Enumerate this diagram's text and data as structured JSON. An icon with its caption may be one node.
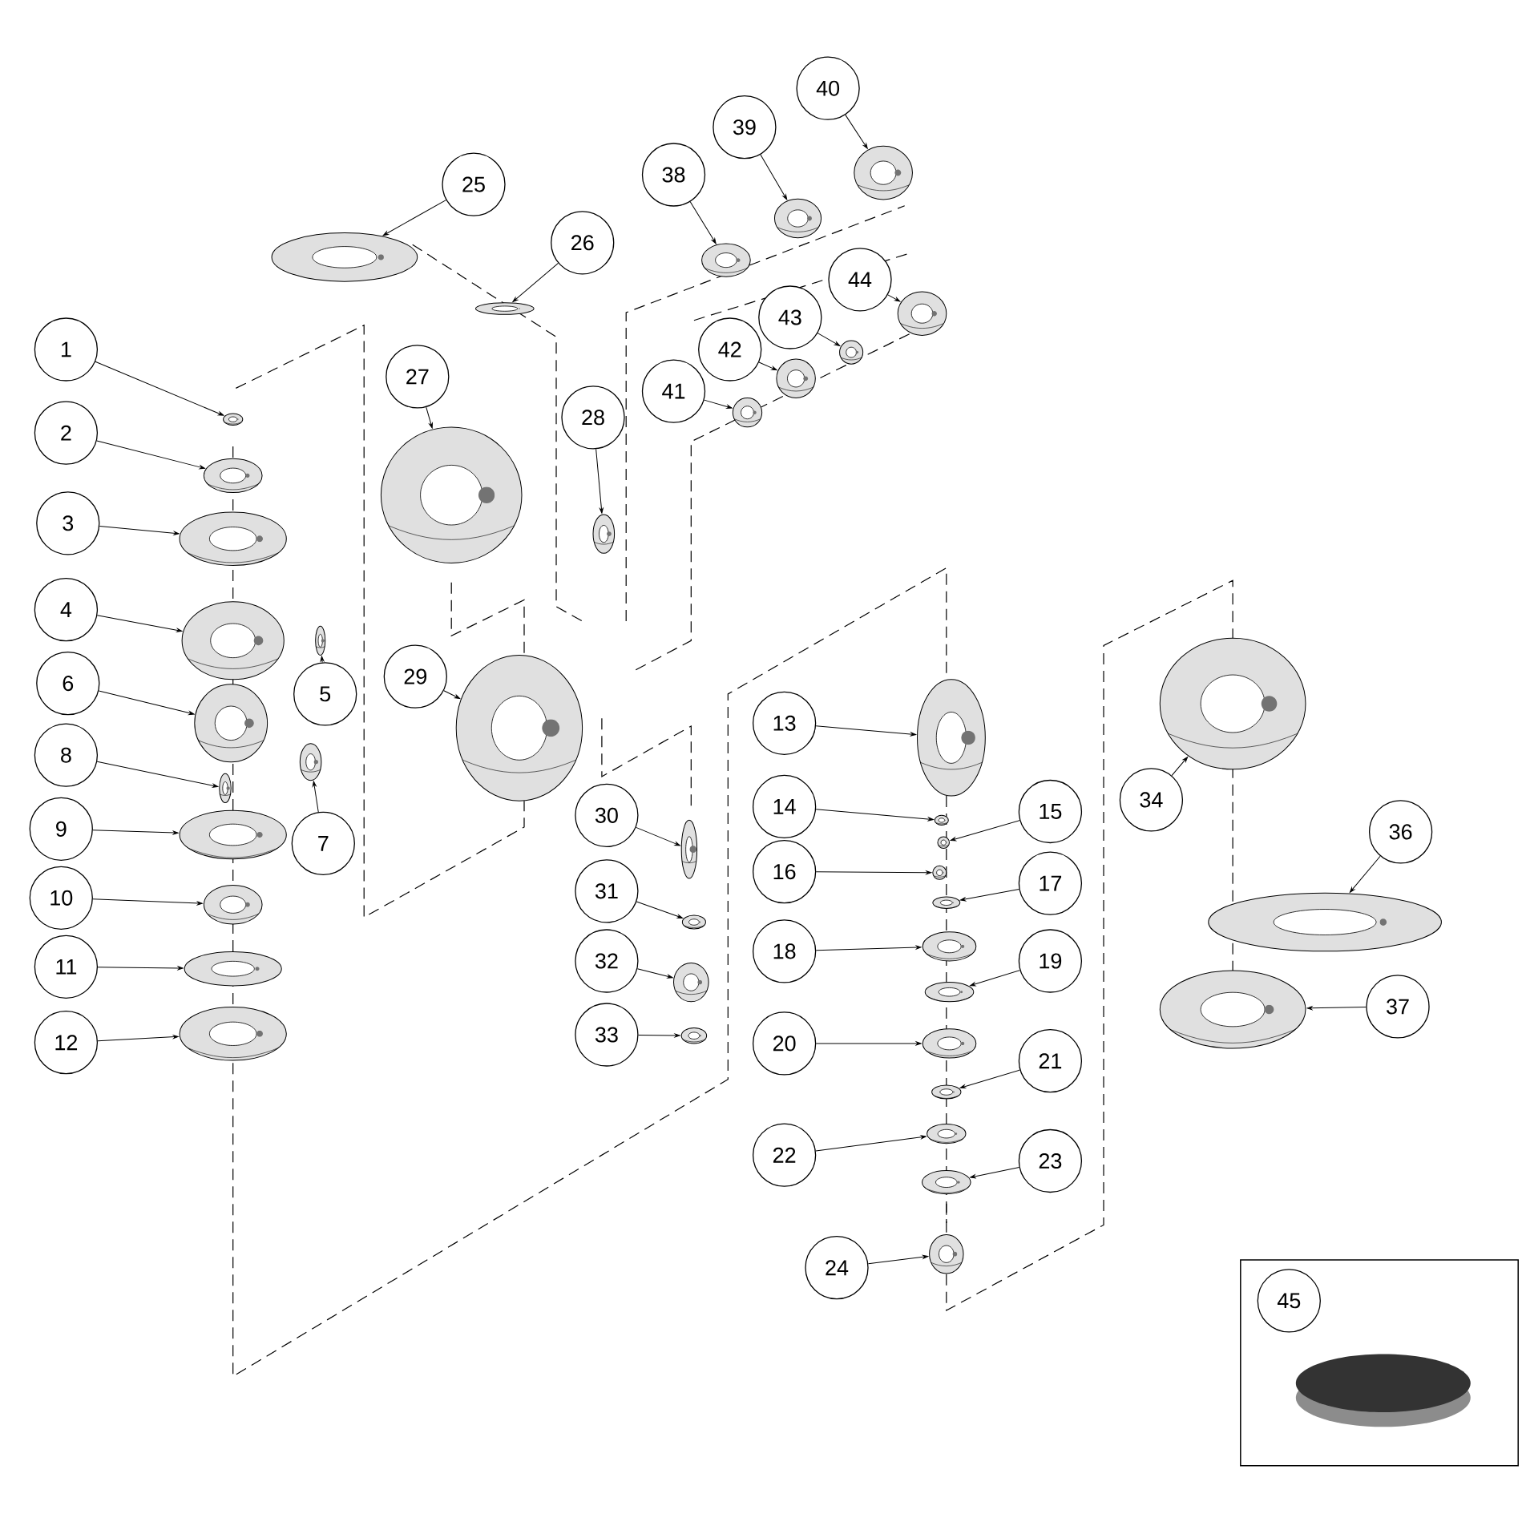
{
  "diagram": {
    "nodes": [
      {
        "text": [
          "1"
        ]
      },
      {
        "text": [
          "2"
        ]
      },
      {
        "text": [
          "3"
        ]
      },
      {
        "text": [
          "4"
        ]
      },
      {
        "text": [
          "5"
        ]
      },
      {
        "text": [
          "6"
        ]
      },
      {
        "text": [
          "7"
        ]
      },
      {
        "text": [
          "8"
        ]
      },
      {
        "text": [
          "9"
        ]
      },
      {
        "text": [
          "10"
        ]
      },
      {
        "text": [
          "11"
        ]
      },
      {
        "text": [
          "12"
        ]
      },
      {
        "text": [
          "13"
        ]
      },
      {
        "text": [
          "14"
        ]
      },
      {
        "text": [
          "15"
        ]
      },
      {
        "text": [
          "16"
        ]
      },
      {
        "text": [
          "17"
        ]
      },
      {
        "text": [
          "18"
        ]
      },
      {
        "text": [
          "19"
        ]
      },
      {
        "text": [
          "20"
        ]
      },
      {
        "text": [
          "21"
        ]
      },
      {
        "text": [
          "22"
        ]
      },
      {
        "text": [
          "23"
        ]
      },
      {
        "text": [
          "24"
        ]
      },
      {
        "text": [
          "25"
        ]
      },
      {
        "text": [
          "26"
        ]
      },
      {
        "text": [
          "27"
        ]
      },
      {
        "text": [
          "28"
        ]
      },
      {
        "text": [
          "29"
        ]
      },
      {
        "text": [
          "30"
        ]
      },
      {
        "text": [
          "31"
        ]
      },
      {
        "text": [
          "32"
        ]
      },
      {
        "text": [
          "33"
        ]
      },
      {
        "text": [
          "34"
        ]
      },
      {
        "text": [
          "36"
        ]
      },
      {
        "text": [
          "37"
        ]
      },
      {
        "text": [
          "38"
        ]
      },
      {
        "text": [
          "39"
        ]
      },
      {
        "text": [
          "40"
        ]
      },
      {
        "text": [
          "41"
        ]
      },
      {
        "text": [
          "42"
        ]
      },
      {
        "text": [
          "43"
        ]
      },
      {
        "text": [
          "44"
        ]
      },
      {
        "text": [
          "45"
        ]
      },
      {
        "text": [],
        "shape": "picture"
      },
      {
        "text": [],
        "shape": "picture"
      },
      {
        "text": [],
        "shape": "picture"
      },
      {
        "text": [],
        "shape": "picture"
      },
      {
        "text": [],
        "shape": "picture"
      },
      {
        "text": [],
        "shape": "picture"
      },
      {
        "text": [],
        "shape": "picture"
      },
      {
        "text": [],
        "shape": "picture"
      },
      {
        "text": [],
        "shape": "picture"
      },
      {
        "text": [],
        "shape": "picture"
      },
      {
        "text": [],
        "shape": "picture"
      },
      {
        "text": [],
        "shape": "picture"
      },
      {
        "text": [],
        "shape": "picture"
      },
      {
        "text": [],
        "shape": "picture"
      },
      {
        "text": [],
        "shape": "picture"
      },
      {
        "text": [],
        "shape": "picture"
      },
      {
        "text": [],
        "shape": "picture"
      },
      {
        "text": [],
        "shape": "picture"
      },
      {
        "text": [],
        "shape": "picture"
      },
      {
        "text": [],
        "shape": "picture"
      },
      {
        "text": [],
        "shape": "picture"
      },
      {
        "text": [],
        "shape": "picture"
      },
      {
        "text": [],
        "shape": "picture"
      },
      {
        "text": [],
        "shape": "picture"
      },
      {
        "text": [],
        "shape": "picture"
      },
      {
        "text": [],
        "shape": "picture"
      },
      {
        "text": [],
        "shape": "picture"
      },
      {
        "text": [],
        "shape": "picture"
      },
      {
        "text": [],
        "shape": "picture"
      },
      {
        "text": [],
        "shape": "picture"
      },
      {
        "text": [],
        "shape": "picture"
      },
      {
        "text": [],
        "shape": "picture"
      },
      {
        "text": [],
        "shape": "picture"
      },
      {
        "text": [],
        "shape": "picture"
      },
      {
        "text": [],
        "shape": "picture"
      },
      {
        "text": [],
        "shape": "picture"
      },
      {
        "text": [],
        "shape": "picture"
      },
      {
        "text": [],
        "shape": "picture"
      },
      {
        "text": [],
        "shape": "picture"
      },
      {
        "text": [],
        "shape": "picture"
      },
      {
        "text": [],
        "shape": "picture"
      },
      {
        "text": [],
        "shape": "picture"
      },
      {
        "text": [],
        "shape": "picture"
      }
    ],
    "edges": [
      {
        "from": 0,
        "to": 44,
        "arrow": "to"
      },
      {
        "from": 1,
        "to": 45,
        "arrow": "to"
      },
      {
        "from": 2,
        "to": 46,
        "arrow": "to"
      },
      {
        "from": 3,
        "to": 47,
        "arrow": "to"
      },
      {
        "from": 4,
        "to": 48,
        "arrow": "to"
      },
      {
        "from": 5,
        "to": 49,
        "arrow": "to"
      },
      {
        "from": 6,
        "to": 50,
        "arrow": "to"
      },
      {
        "from": 7,
        "to": 51,
        "arrow": "to"
      },
      {
        "from": 8,
        "to": 52,
        "arrow": "to"
      },
      {
        "from": 9,
        "to": 53,
        "arrow": "to"
      },
      {
        "from": 10,
        "to": 54,
        "arrow": "to"
      },
      {
        "from": 11,
        "to": 55,
        "arrow": "to"
      },
      {
        "from": 12,
        "to": 56,
        "arrow": "to"
      },
      {
        "from": 13,
        "to": 57,
        "arrow": "to"
      },
      {
        "from": 14,
        "to": 58,
        "arrow": "to"
      },
      {
        "from": 15,
        "to": 59,
        "arrow": "to"
      },
      {
        "from": 16,
        "to": 60,
        "arrow": "to"
      },
      {
        "from": 17,
        "to": 61,
        "arrow": "to"
      },
      {
        "from": 18,
        "to": 62,
        "arrow": "to"
      },
      {
        "from": 19,
        "to": 63,
        "arrow": "to"
      },
      {
        "from": 20,
        "to": 64,
        "arrow": "to"
      },
      {
        "from": 21,
        "to": 65,
        "arrow": "to"
      },
      {
        "from": 22,
        "to": 66,
        "arrow": "to"
      },
      {
        "from": 23,
        "to": 67,
        "arrow": "to"
      },
      {
        "from": 24,
        "to": 68,
        "arrow": "to"
      },
      {
        "from": 25,
        "to": 69,
        "arrow": "to"
      },
      {
        "from": 26,
        "to": 70,
        "arrow": "to"
      },
      {
        "from": 27,
        "to": 71,
        "arrow": "to"
      },
      {
        "from": 28,
        "to": 72,
        "arrow": "to"
      },
      {
        "from": 29,
        "to": 73,
        "arrow": "to"
      },
      {
        "from": 30,
        "to": 74,
        "arrow": "to"
      },
      {
        "from": 31,
        "to": 75,
        "arrow": "to"
      },
      {
        "from": 32,
        "to": 76,
        "arrow": "to"
      },
      {
        "from": 33,
        "to": 77,
        "arrow": "to"
      },
      {
        "from": 34,
        "to": 78,
        "arrow": "to"
      },
      {
        "from": 35,
        "to": 79,
        "arrow": "to"
      },
      {
        "from": 36,
        "to": 80,
        "arrow": "to"
      },
      {
        "from": 37,
        "to": 81,
        "arrow": "to"
      },
      {
        "from": 38,
        "to": 82,
        "arrow": "to"
      },
      {
        "from": 39,
        "to": 83,
        "arrow": "to"
      },
      {
        "from": 40,
        "to": 84,
        "arrow": "to"
      },
      {
        "from": 41,
        "to": 85,
        "arrow": "to"
      },
      {
        "from": 42,
        "to": 86,
        "arrow": "to"
      }
    ]
  }
}
